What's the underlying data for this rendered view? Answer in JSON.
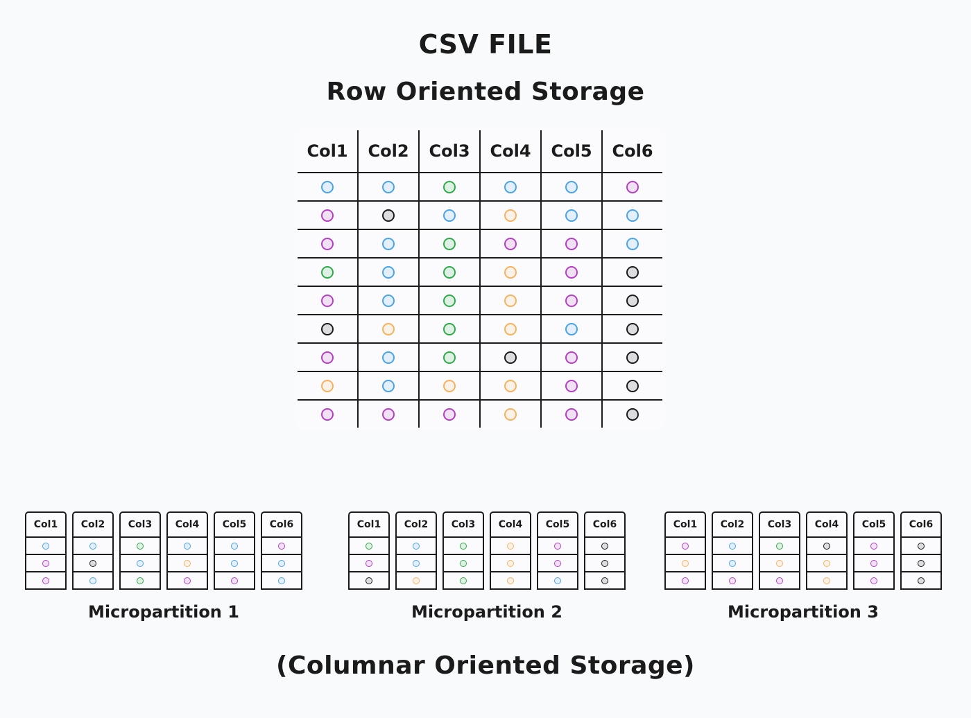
{
  "title": "CSV FILE",
  "subtitle": "Row Oriented Storage",
  "footer": "(Columnar Oriented Storage)",
  "colors": {
    "blue": "#4aa3e6",
    "purple": "#b43fc4",
    "green": "#2faa48",
    "orange": "#f6b25e",
    "black": "#1b1b1b"
  },
  "table": {
    "headers": [
      "Col1",
      "Col2",
      "Col3",
      "Col4",
      "Col5",
      "Col6"
    ],
    "rows": [
      [
        "blue",
        "blue",
        "green",
        "blue",
        "blue",
        "purple"
      ],
      [
        "purple",
        "black",
        "blue",
        "orange",
        "blue",
        "blue"
      ],
      [
        "purple",
        "blue",
        "green",
        "purple",
        "purple",
        "blue"
      ],
      [
        "green",
        "blue",
        "green",
        "orange",
        "purple",
        "black"
      ],
      [
        "purple",
        "blue",
        "green",
        "orange",
        "purple",
        "black"
      ],
      [
        "black",
        "orange",
        "green",
        "orange",
        "blue",
        "black"
      ],
      [
        "purple",
        "blue",
        "green",
        "black",
        "purple",
        "black"
      ],
      [
        "orange",
        "blue",
        "orange",
        "orange",
        "purple",
        "black"
      ],
      [
        "purple",
        "purple",
        "purple",
        "orange",
        "purple",
        "black"
      ]
    ]
  },
  "partitions": [
    {
      "label": "Micropartition 1",
      "columns": [
        {
          "header": "Col1",
          "cells": [
            "blue",
            "purple",
            "purple"
          ]
        },
        {
          "header": "Col2",
          "cells": [
            "blue",
            "black",
            "blue"
          ]
        },
        {
          "header": "Col3",
          "cells": [
            "green",
            "blue",
            "green"
          ]
        },
        {
          "header": "Col4",
          "cells": [
            "blue",
            "orange",
            "purple"
          ]
        },
        {
          "header": "Col5",
          "cells": [
            "blue",
            "blue",
            "purple"
          ]
        },
        {
          "header": "Col6",
          "cells": [
            "purple",
            "blue",
            "blue"
          ]
        }
      ]
    },
    {
      "label": "Micropartition 2",
      "columns": [
        {
          "header": "Col1",
          "cells": [
            "green",
            "purple",
            "black"
          ]
        },
        {
          "header": "Col2",
          "cells": [
            "blue",
            "blue",
            "orange"
          ]
        },
        {
          "header": "Col3",
          "cells": [
            "green",
            "green",
            "green"
          ]
        },
        {
          "header": "Col4",
          "cells": [
            "orange",
            "orange",
            "orange"
          ]
        },
        {
          "header": "Col5",
          "cells": [
            "purple",
            "purple",
            "blue"
          ]
        },
        {
          "header": "Col6",
          "cells": [
            "black",
            "black",
            "black"
          ]
        }
      ]
    },
    {
      "label": "Micropartition 3",
      "columns": [
        {
          "header": "Col1",
          "cells": [
            "purple",
            "orange",
            "purple"
          ]
        },
        {
          "header": "Col2",
          "cells": [
            "blue",
            "blue",
            "purple"
          ]
        },
        {
          "header": "Col3",
          "cells": [
            "green",
            "orange",
            "purple"
          ]
        },
        {
          "header": "Col4",
          "cells": [
            "black",
            "orange",
            "orange"
          ]
        },
        {
          "header": "Col5",
          "cells": [
            "purple",
            "purple",
            "purple"
          ]
        },
        {
          "header": "Col6",
          "cells": [
            "black",
            "black",
            "black"
          ]
        }
      ]
    }
  ]
}
